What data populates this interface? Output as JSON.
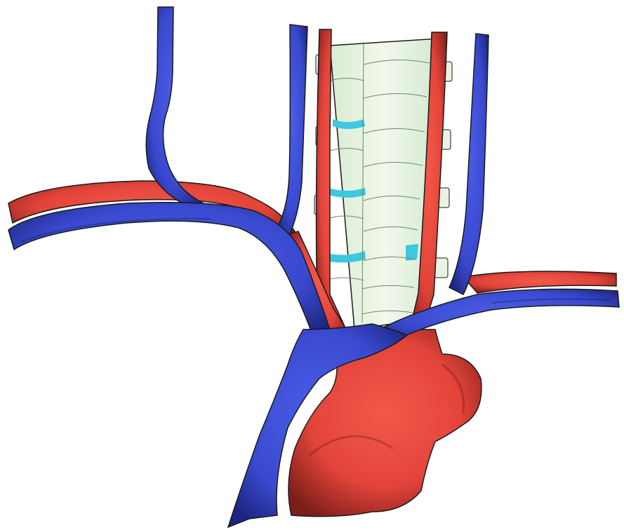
{
  "illustration": {
    "subject": "great-vessels-of-neck-and-upper-thorax",
    "colors": {
      "background": "#ffffff",
      "vein": "#3d4fd6",
      "vein_shade": "#1f2a8a",
      "artery": "#e8473a",
      "artery_shade": "#8a1f1a",
      "outline": "#1a1a1a",
      "trachea_ring": "#eef6e6",
      "trachea_shade": "#cfe8cf",
      "esophagus_gap": "#3cc8e0"
    },
    "parts": [
      {
        "name": "trachea",
        "kind": "airway"
      },
      {
        "name": "left-common-carotid-artery",
        "kind": "artery"
      },
      {
        "name": "right-common-carotid-artery",
        "kind": "artery"
      },
      {
        "name": "subclavian-artery-left",
        "kind": "artery"
      },
      {
        "name": "subclavian-artery-right",
        "kind": "artery"
      },
      {
        "name": "aortic-arch",
        "kind": "artery"
      },
      {
        "name": "internal-jugular-vein-left",
        "kind": "vein"
      },
      {
        "name": "internal-jugular-vein-right",
        "kind": "vein"
      },
      {
        "name": "external-jugular-vein",
        "kind": "vein"
      },
      {
        "name": "subclavian-vein-left",
        "kind": "vein"
      },
      {
        "name": "subclavian-vein-right",
        "kind": "vein"
      },
      {
        "name": "superior-vena-cava",
        "kind": "vein"
      }
    ]
  }
}
